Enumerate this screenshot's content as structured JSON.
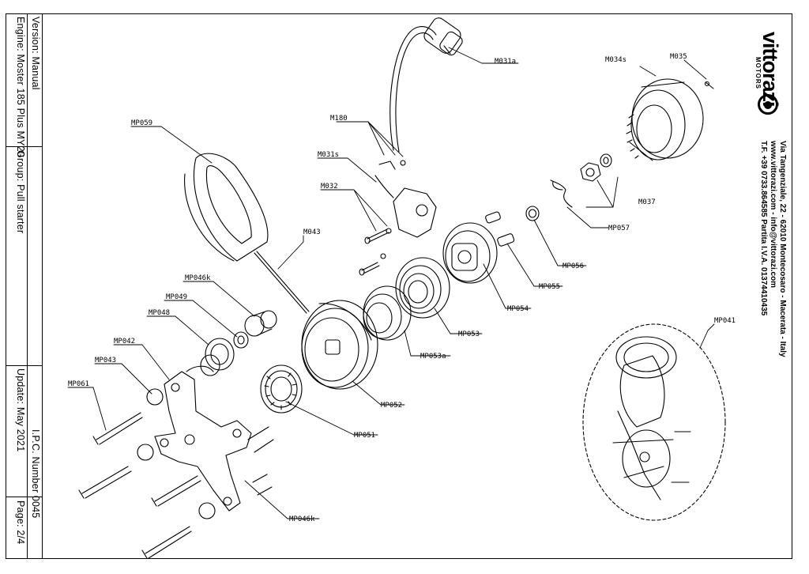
{
  "title_block": {
    "engine": "Engine: Moster 185 Plus MY20",
    "version": "Version: Manual",
    "group": "Group: Pull starter",
    "update": "Update: May 2021",
    "ipc": "I.P.C. Number 0045",
    "page": "Page: 2/4"
  },
  "brand": {
    "name": "vittorazi",
    "sub": "MOTORS"
  },
  "contact": {
    "address": "Via Tangenziale, 22 - 62010 Montecosaro - Macerata - Italy",
    "web": "www.vittorazi.com - info@vittorazi.com",
    "phone": "T.F. +39 0733.864585 Partita I.V.A. 01374410435"
  },
  "callouts": {
    "M031a": "M031a",
    "M034s": "M034s",
    "M035": "M035",
    "M180": "M180",
    "M031s": "M031s",
    "MP059": "MP059",
    "M032": "M032",
    "M037": "M037",
    "MP057": "MP057",
    "M043": "M043",
    "MP056": "MP056",
    "MP046k_top": "MP046k",
    "MP055": "MP055",
    "MP049": "MP049",
    "MP054": "MP054",
    "MP048": "MP048",
    "MP041": "MP041",
    "MP053": "MP053",
    "MP042": "MP042",
    "MP053a": "MP053a",
    "MP043": "MP043",
    "MP061": "MP061",
    "MP052": "MP052",
    "MP051": "MP051",
    "MP046k_bottom": "MP046k"
  }
}
